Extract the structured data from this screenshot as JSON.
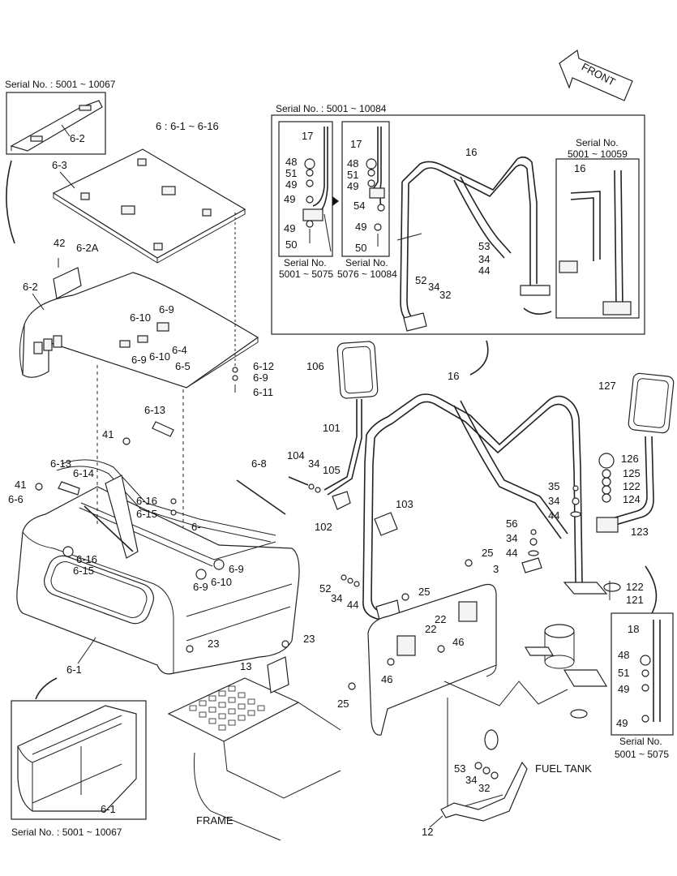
{
  "serials": {
    "top_left": "Serial No. : 5001 ~ 10067",
    "top_right_box": "Serial No. : 5001 ~ 10084",
    "bottom_left": "Serial No. : 5001 ~ 10067",
    "sub_a_line1": "Serial No.",
    "sub_a_line2": "5001 ~ 5075",
    "sub_b_line1": "Serial No.",
    "sub_b_line2": "5076 ~ 10084",
    "sub_c_line1": "Serial No.",
    "sub_c_line2": "5001 ~ 10059",
    "sub_d_line1": "Serial No.",
    "sub_d_line2": "5001 ~ 5075"
  },
  "notes": {
    "group_note": "6 : 6-1 ~ 6-16",
    "front": "FRONT",
    "fuel_tank": "FUEL TANK",
    "frame": "FRAME"
  },
  "callouts": {
    "c6_2_top": "6-2",
    "c6_3": "6-3",
    "c42": "42",
    "c6_2A": "6-2A",
    "c6_2": "6-2",
    "c6_10a": "6-10",
    "c6_9a": "6-9",
    "c6_9b": "6-9",
    "c6_10b": "6-10",
    "c6_4": "6-4",
    "c6_5": "6-5",
    "c6_12": "6-12",
    "c6_9c": "6-9",
    "c6_11": "6-11",
    "c6_13a": "6-13",
    "c41a": "41",
    "c6_13b": "6-13",
    "c6_14": "6-14",
    "c41b": "41",
    "c6_6": "6-6",
    "c6_8": "6-8",
    "c6_16a": "6-16",
    "c6_15a": "6-15",
    "c6_dash": "6-",
    "c6_16b": "6-16",
    "c6_15b": "6-15",
    "c6_9d": "6-9",
    "c6_10c": "6-10",
    "c6_9e": "6-9",
    "c23a": "23",
    "c23b": "23",
    "c6_1": "6-1",
    "c6_1b": "6-1",
    "c13": "13",
    "c25a": "25",
    "c25b": "25",
    "c25c": "25",
    "c17a": "17",
    "c48a": "48",
    "c51a": "51",
    "c49a": "49",
    "c49b": "49",
    "c49c": "49",
    "c50a": "50",
    "c17b": "17",
    "c48b": "48",
    "c51b": "51",
    "c49d": "49",
    "c54": "54",
    "c49e": "49",
    "c50b": "50",
    "c16a": "16",
    "c53a": "53",
    "c34a": "34",
    "c44a": "44",
    "c52a": "52",
    "c34b": "34",
    "c32a": "32",
    "c16b": "16",
    "c106": "106",
    "c101": "101",
    "c16c": "16",
    "c127": "127",
    "c104": "104",
    "c34c": "34",
    "c105": "105",
    "c103": "103",
    "c102": "102",
    "c35": "35",
    "c34d": "34",
    "c44b": "44",
    "c56": "56",
    "c34e": "34",
    "c44c": "44",
    "c126": "126",
    "c125": "125",
    "c122a": "122",
    "c124": "124",
    "c123": "123",
    "c122b": "122",
    "c121": "121",
    "c3": "3",
    "c52b": "52",
    "c34f": "34",
    "c44d": "44",
    "c22a": "22",
    "c22b": "22",
    "c46a": "46",
    "c46b": "46",
    "c18": "18",
    "c48c": "48",
    "c51c": "51",
    "c49f": "49",
    "c49g": "49",
    "c53b": "53",
    "c34g": "34",
    "c32b": "32",
    "c12": "12"
  }
}
